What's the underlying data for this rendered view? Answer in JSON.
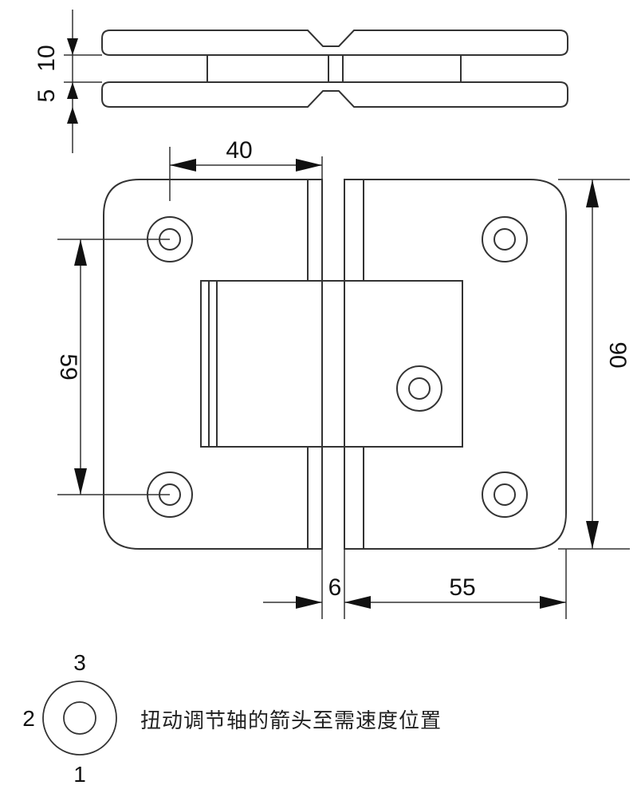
{
  "side_view": {
    "dim_upper": "10",
    "dim_lower": "5"
  },
  "front_view": {
    "dim_top_width": "40",
    "dim_hole_spacing": "59",
    "dim_height": "90",
    "dim_gap": "6",
    "dim_right_width": "55"
  },
  "legend": {
    "pos_top": "3",
    "pos_left": "2",
    "pos_bottom": "1",
    "caption": "扭动调节轴的箭头至需速度位置"
  }
}
